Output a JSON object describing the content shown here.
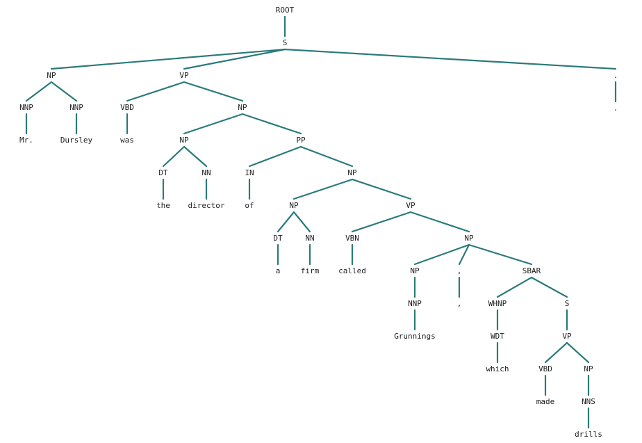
{
  "style": {
    "edge_color": "#2a7a7a",
    "text_color": "#222222"
  },
  "nodes": [
    {
      "id": "root",
      "label": "ROOT"
    },
    {
      "id": "s1",
      "label": "S"
    },
    {
      "id": "np1",
      "label": "NP"
    },
    {
      "id": "vp1",
      "label": "VP"
    },
    {
      "id": "dotp",
      "label": "."
    },
    {
      "id": "nnp1",
      "label": "NNP"
    },
    {
      "id": "nnp2",
      "label": "NNP"
    },
    {
      "id": "w_mr",
      "label": "Mr."
    },
    {
      "id": "w_dursley",
      "label": "Dursley"
    },
    {
      "id": "vbd1",
      "label": "VBD"
    },
    {
      "id": "np2",
      "label": "NP"
    },
    {
      "id": "w_was",
      "label": "was"
    },
    {
      "id": "np3",
      "label": "NP"
    },
    {
      "id": "pp1",
      "label": "PP"
    },
    {
      "id": "dt1",
      "label": "DT"
    },
    {
      "id": "nn1",
      "label": "NN"
    },
    {
      "id": "w_the",
      "label": "the"
    },
    {
      "id": "w_director",
      "label": "director"
    },
    {
      "id": "in1",
      "label": "IN"
    },
    {
      "id": "np4",
      "label": "NP"
    },
    {
      "id": "w_of",
      "label": "of"
    },
    {
      "id": "np5",
      "label": "NP"
    },
    {
      "id": "vp2",
      "label": "VP"
    },
    {
      "id": "dt2",
      "label": "DT"
    },
    {
      "id": "nn2",
      "label": "NN"
    },
    {
      "id": "w_a",
      "label": "a"
    },
    {
      "id": "w_firm",
      "label": "firm"
    },
    {
      "id": "vbn1",
      "label": "VBN"
    },
    {
      "id": "np6",
      "label": "NP"
    },
    {
      "id": "w_called",
      "label": "called"
    },
    {
      "id": "np7",
      "label": "NP"
    },
    {
      "id": "commap",
      "label": ","
    },
    {
      "id": "sbar1",
      "label": "SBAR"
    },
    {
      "id": "nnp3",
      "label": "NNP"
    },
    {
      "id": "w_comma",
      "label": ","
    },
    {
      "id": "w_grunnings",
      "label": "Grunnings"
    },
    {
      "id": "whnp1",
      "label": "WHNP"
    },
    {
      "id": "s2",
      "label": "S"
    },
    {
      "id": "wdt1",
      "label": "WDT"
    },
    {
      "id": "w_which",
      "label": "which"
    },
    {
      "id": "vp3",
      "label": "VP"
    },
    {
      "id": "vbd2",
      "label": "VBD"
    },
    {
      "id": "np8",
      "label": "NP"
    },
    {
      "id": "w_made",
      "label": "made"
    },
    {
      "id": "nns1",
      "label": "NNS"
    },
    {
      "id": "w_drills",
      "label": "drills"
    },
    {
      "id": "w_dot",
      "label": "."
    }
  ],
  "edges": [
    [
      "root",
      "s1"
    ],
    [
      "s1",
      "np1"
    ],
    [
      "s1",
      "vp1"
    ],
    [
      "s1",
      "dotp"
    ],
    [
      "np1",
      "nnp1"
    ],
    [
      "np1",
      "nnp2"
    ],
    [
      "nnp1",
      "w_mr"
    ],
    [
      "nnp2",
      "w_dursley"
    ],
    [
      "vp1",
      "vbd1"
    ],
    [
      "vp1",
      "np2"
    ],
    [
      "vbd1",
      "w_was"
    ],
    [
      "np2",
      "np3"
    ],
    [
      "np2",
      "pp1"
    ],
    [
      "np3",
      "dt1"
    ],
    [
      "np3",
      "nn1"
    ],
    [
      "dt1",
      "w_the"
    ],
    [
      "nn1",
      "w_director"
    ],
    [
      "pp1",
      "in1"
    ],
    [
      "pp1",
      "np4"
    ],
    [
      "in1",
      "w_of"
    ],
    [
      "np4",
      "np5"
    ],
    [
      "np4",
      "vp2"
    ],
    [
      "np5",
      "dt2"
    ],
    [
      "np5",
      "nn2"
    ],
    [
      "dt2",
      "w_a"
    ],
    [
      "nn2",
      "w_firm"
    ],
    [
      "vp2",
      "vbn1"
    ],
    [
      "vp2",
      "np6"
    ],
    [
      "vbn1",
      "w_called"
    ],
    [
      "np6",
      "np7"
    ],
    [
      "np6",
      "commap"
    ],
    [
      "np6",
      "sbar1"
    ],
    [
      "np7",
      "nnp3"
    ],
    [
      "nnp3",
      "w_grunnings"
    ],
    [
      "commap",
      "w_comma"
    ],
    [
      "sbar1",
      "whnp1"
    ],
    [
      "sbar1",
      "s2"
    ],
    [
      "whnp1",
      "wdt1"
    ],
    [
      "wdt1",
      "w_which"
    ],
    [
      "s2",
      "vp3"
    ],
    [
      "vp3",
      "vbd2"
    ],
    [
      "vp3",
      "np8"
    ],
    [
      "vbd2",
      "w_made"
    ],
    [
      "np8",
      "nns1"
    ],
    [
      "nns1",
      "w_drills"
    ],
    [
      "dotp",
      "w_dot"
    ]
  ]
}
